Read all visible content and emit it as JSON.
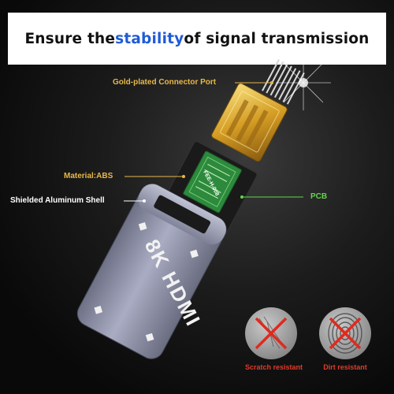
{
  "headline": {
    "before": "Ensure the ",
    "accent": "stability",
    "after": " of signal transmission"
  },
  "labels": {
    "connector_port": "Gold-plated Connector Port",
    "material": "Material:ABS",
    "shell": "Shielded Aluminum Shell",
    "pcb": "PCB",
    "pcb_chip_text": "FEE-H-008",
    "shell_text": "8K HDMI"
  },
  "badges": [
    {
      "label": "Scratch resistant"
    },
    {
      "label": "Dirt resistant"
    }
  ],
  "colors": {
    "accent": "#1f5bd6",
    "gold_label": "#e8b84a",
    "pcb_label": "#5fd64b",
    "badge_label": "#e23b2a",
    "shell": "#8c8fa6"
  }
}
